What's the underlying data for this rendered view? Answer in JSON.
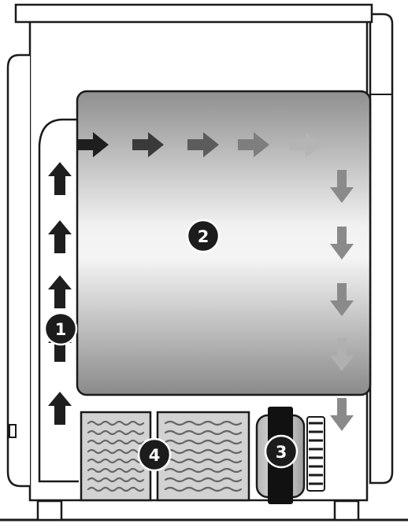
{
  "diagram": {
    "callouts": [
      {
        "id": "1",
        "label": "1"
      },
      {
        "id": "2",
        "label": "2"
      },
      {
        "id": "3",
        "label": "3"
      },
      {
        "id": "4",
        "label": "4"
      }
    ],
    "colors": {
      "outline": "#1a1a1a",
      "drum_dark": "#8f8f8f",
      "drum_light": "#f4f4f4",
      "arrow_up": "#1e1e1e",
      "arrow_fade": "#b4b4b4",
      "arrow_down": "#8a8a8a",
      "filter_fill": "#d2d2d2",
      "callout_fill": "#1c1c1c",
      "callout_text": "#ffffff"
    },
    "icons": [
      "up-arrow-icon",
      "right-arrow-icon",
      "down-arrow-icon",
      "fan-motor-icon",
      "heat-exchanger-grille-icon"
    ]
  }
}
